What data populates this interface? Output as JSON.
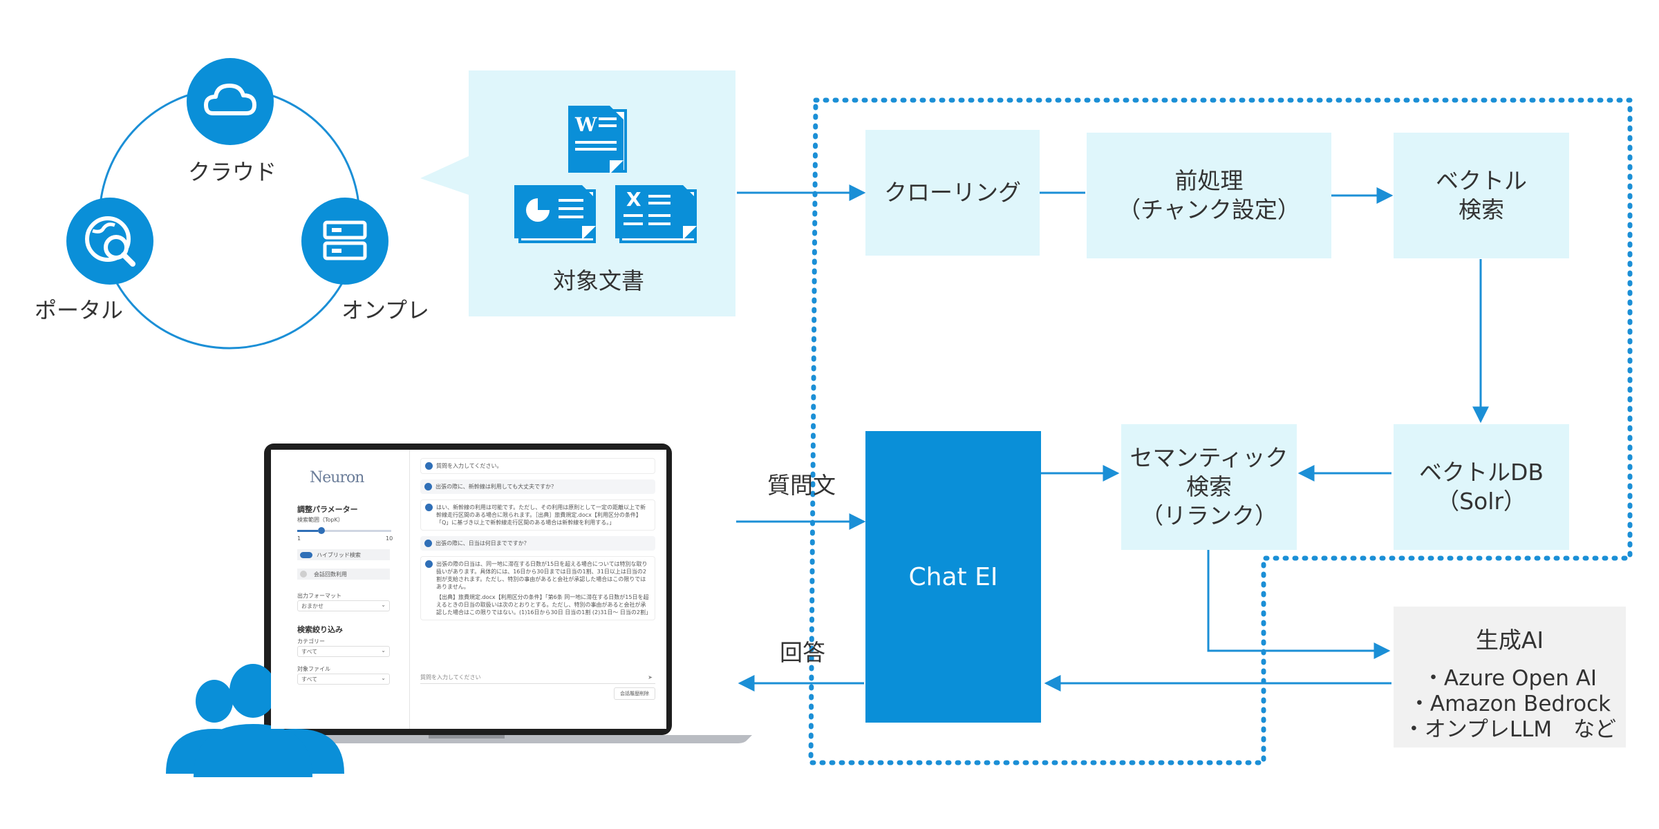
{
  "ring": {
    "cloud": "クラウド",
    "portal": "ポータル",
    "onprem": "オンプレ"
  },
  "documents": {
    "label": "対象文書"
  },
  "pipeline": {
    "crawling": "クローリング",
    "preprocess_line1": "前処理",
    "preprocess_line2": "（チャンク設定）",
    "vector_search_line1": "ベクトル",
    "vector_search_line2": "検索",
    "vectordb_line1": "ベクトルDB",
    "vectordb_line2": "（Solr）",
    "semantic_line1": "セマンティック",
    "semantic_line2": "検索",
    "semantic_line3": "（リランク）",
    "chat": "Chat EI"
  },
  "genai": {
    "title": "生成AI",
    "items": [
      "・Azure Open AI",
      "・Amazon Bedrock",
      "・オンプレLLM　など"
    ]
  },
  "flow_labels": {
    "question": "質問文",
    "answer": "回答"
  },
  "app": {
    "logo": "Neuron",
    "params_title": "調整パラメーター",
    "params_sub": "検索範囲（TopK）",
    "slider_min": "1",
    "slider_max": "10",
    "slider_value": 0.22,
    "toggle1": "ハイブリッド検索",
    "toggle2": "会話回数利用",
    "format_label": "出力フォーマット",
    "format_value": "おまかせ",
    "filter_title": "検索絞り込み",
    "category_label": "カテゴリー",
    "category_value": "すべて",
    "file_label": "対象ファイル",
    "file_value": "すべて",
    "msg1": "質問を入力してください。",
    "msg2": "出張の際に、新幹線は利用しても大丈夫ですか？",
    "msg3": "はい、新幹線の利用は可能です。ただし、その利用は原則として一定の距離以上で新幹線走行区間のある場合に限られます。［出典］旅費規定.docx【利用区分の条件】「Q」に基づき以上で新幹線走行区間のある場合は新幹線を利用する。」",
    "msg4": "出張の際に、日当は何日までですか？",
    "msg5": "出張の際の日当は、同一地に滞在する日数が15日を超える場合については特別な取り扱いがあります。具体的には、16日から30日までは日当の1割、31日以上は日当の2割が支給されます。ただし、特別の事由があると会社が承認した場合はこの限りではありません。",
    "msg6": "【出典】旅費規定.docx【利用区分の条件】「第6条 同一地に滞在する日数が15日を超えるときの日当の取扱いは次のとおりとする。ただし、特別の事由があると会社が承認した場合はこの限りではない。(1)16日から30日 日当の1割 (2)31日～ 日当の2割」",
    "input_placeholder": "質問を入力してください",
    "send_button": "会話履歴削除"
  },
  "colors": {
    "accent": "#0a8fd8",
    "light_box": "#dff6fb",
    "genai_box": "#f1f1f1",
    "line": "#1b8fd6"
  }
}
